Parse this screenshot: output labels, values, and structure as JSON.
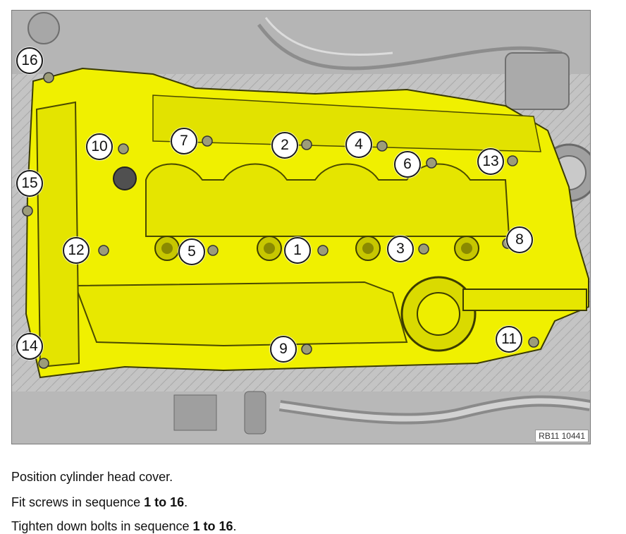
{
  "figure": {
    "reference": "RB11 10441",
    "highlight_color": "#f0f000",
    "bolt_callouts": [
      "1",
      "2",
      "3",
      "4",
      "5",
      "6",
      "7",
      "8",
      "9",
      "10",
      "11",
      "12",
      "13",
      "14",
      "15",
      "16"
    ]
  },
  "instructions": {
    "line1": "Position cylinder head cover.",
    "line2_prefix": "Fit screws in sequence ",
    "line2_bold": "1 to 16",
    "line2_suffix": ".",
    "line3_prefix": "Tighten down bolts in sequence ",
    "line3_bold": "1 to 16",
    "line3_suffix": "."
  }
}
